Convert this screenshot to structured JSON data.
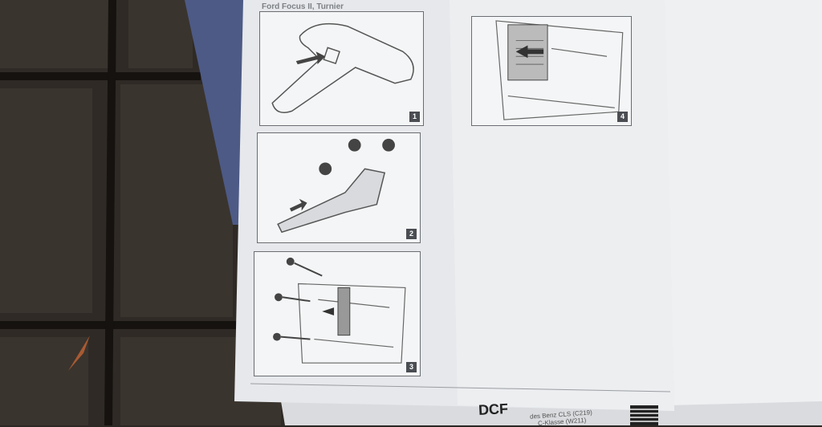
{
  "sheet": {
    "title": "Ford Focus II, Turnier",
    "steps": [
      {
        "number": "1"
      },
      {
        "number": "2"
      },
      {
        "number": "3"
      },
      {
        "number": "4"
      }
    ]
  },
  "underlying_sheet": {
    "code": "DCF",
    "lines": [
      "des Benz  CLS (C219)",
      "C-Klasse (W211)"
    ]
  },
  "colors": {
    "paper": "#eef0f2",
    "booklet": "#4d5a86",
    "pavement": "#2b2723",
    "badge": "#4a4d52"
  }
}
